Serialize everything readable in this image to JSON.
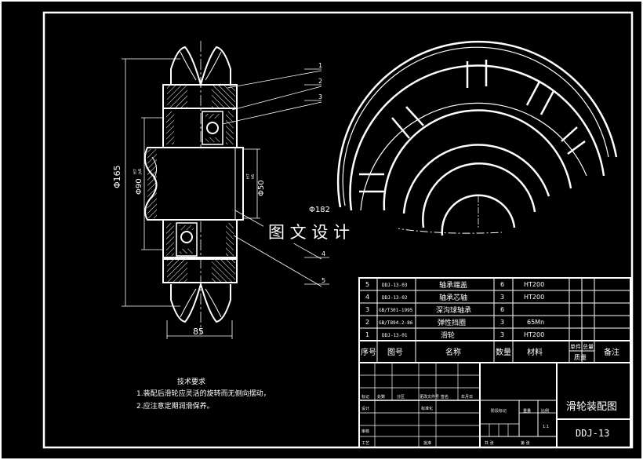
{
  "drawing": {
    "part_refs": [
      "1",
      "2",
      "3",
      "4",
      "5"
    ],
    "dimensions": {
      "overall_diameter": "Φ165",
      "bore_fit": "Φ90",
      "bore_fit_tol_upper": "H7",
      "bore_fit_tol_lower": "js6",
      "shaft_fit": "Φ50",
      "shaft_fit_tol_upper": "H7",
      "shaft_fit_tol_lower": "k6",
      "width": "85",
      "pitch_diameter": "Φ182"
    },
    "watermark": "图 文 设 计"
  },
  "technical_requirements": {
    "title": "技术要求",
    "items": [
      "1.装配后滑轮应灵活的旋转而无侧向摆动，",
      "2.应注意定期润滑保养。"
    ]
  },
  "parts_list": {
    "headers": {
      "seq": "序号",
      "drawing_no": "图号",
      "name": "名称",
      "qty": "数量",
      "material": "材料",
      "unit_weight": "单件",
      "total_weight": "总量",
      "weight": "质量",
      "remark": "备注"
    },
    "rows": [
      {
        "seq": "5",
        "drawing_no": "DDJ-13-03",
        "name": "轴承端盖",
        "qty": "6",
        "material": "HT200",
        "remark": ""
      },
      {
        "seq": "4",
        "drawing_no": "DDJ-13-02",
        "name": "轴承芯轴",
        "qty": "3",
        "material": "HT200",
        "remark": ""
      },
      {
        "seq": "3",
        "drawing_no": "GB/T301-1995",
        "name": "深沟球轴承",
        "qty": "6",
        "material": "",
        "remark": ""
      },
      {
        "seq": "2",
        "drawing_no": "GB/T894.2-86",
        "name": "弹性挡圈",
        "qty": "3",
        "material": "65Mn",
        "remark": ""
      },
      {
        "seq": "1",
        "drawing_no": "DDJ-13-01",
        "name": "滑轮",
        "qty": "3",
        "material": "HT200",
        "remark": ""
      }
    ]
  },
  "title_block": {
    "title": "滑轮装配图",
    "drawing_no": "DDJ-13",
    "labels": {
      "mark": "标记",
      "count": "处数",
      "zone": "分区",
      "change_doc": "更改文件号",
      "sign": "签名",
      "date": "年月日",
      "designer": "设计",
      "standardize": "标准化",
      "stage_mark": "阶段标记",
      "weight": "重量",
      "scale": "比例",
      "review": "审核",
      "process": "工艺",
      "approve": "批准",
      "sheets_total": "共  张",
      "sheet_no": "第  张"
    },
    "scale": "1:1"
  }
}
